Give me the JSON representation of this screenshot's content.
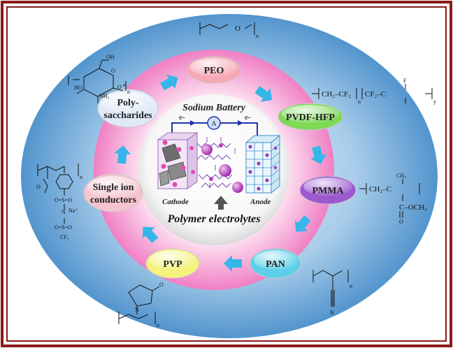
{
  "center": {
    "top_label": "Sodium Battery",
    "meter_symbol": "A",
    "electron_left": "e-",
    "electron_right": "e-",
    "cathode_label": "Cathode",
    "anode_label": "Anode",
    "bottom_label": "Polymer electrolytes"
  },
  "nodes": [
    {
      "id": "peo",
      "label_lines": [
        "PEO"
      ],
      "color": "#f6a8b4"
    },
    {
      "id": "pvdf",
      "label_lines": [
        "PVDF-HFP"
      ],
      "color": "#7ed957"
    },
    {
      "id": "pmma",
      "label_lines": [
        "PMMA"
      ],
      "color": "#9b59d0"
    },
    {
      "id": "pan",
      "label_lines": [
        "PAN"
      ],
      "color": "#5bd0e8"
    },
    {
      "id": "pvp",
      "label_lines": [
        "PVP"
      ],
      "color": "#f4f27a"
    },
    {
      "id": "single-ion",
      "label_lines": [
        "Single ion",
        "conductors"
      ],
      "color": "#f5c4cf"
    },
    {
      "id": "polysaccharides",
      "label_lines": [
        "Poly-",
        "saccharides"
      ],
      "color": "#dfe9f8"
    }
  ],
  "structures": {
    "peo": {
      "repeat": "O",
      "subscript": "n"
    },
    "pvdf": {
      "text": "CH₂–CF₂",
      "text2": "CF₂–C",
      "atom": "F",
      "sub_n": "n",
      "sub_y": "y"
    },
    "pmma": {
      "group": "CH₂–C",
      "top": "CH₃",
      "ester_c": "C–OCH₃",
      "ester_o": "O"
    },
    "pan": {
      "subscript": "n",
      "nitrile": "N"
    },
    "pvp": {
      "ring_o": "O",
      "ring_n": "N",
      "subscript": "n"
    },
    "single_ion": {
      "na": "Na⁺",
      "so2": "O=S=O",
      "nh": "N",
      "cf3": "CF₃",
      "o": "O",
      "sub_n": "n"
    },
    "polysaccharide": {
      "ho": "HO",
      "oh": "OH",
      "nh2": "NH₂",
      "o1": "O",
      "o2": "O",
      "sub_n": "n"
    }
  },
  "colors": {
    "frame": "#8b1a1a",
    "outer_ellipse": "#3d86c6",
    "ring": "#f07fc4",
    "inner_circle": "#ffffff",
    "arrow": "#35b6e8",
    "circuit": "#2233aa"
  }
}
